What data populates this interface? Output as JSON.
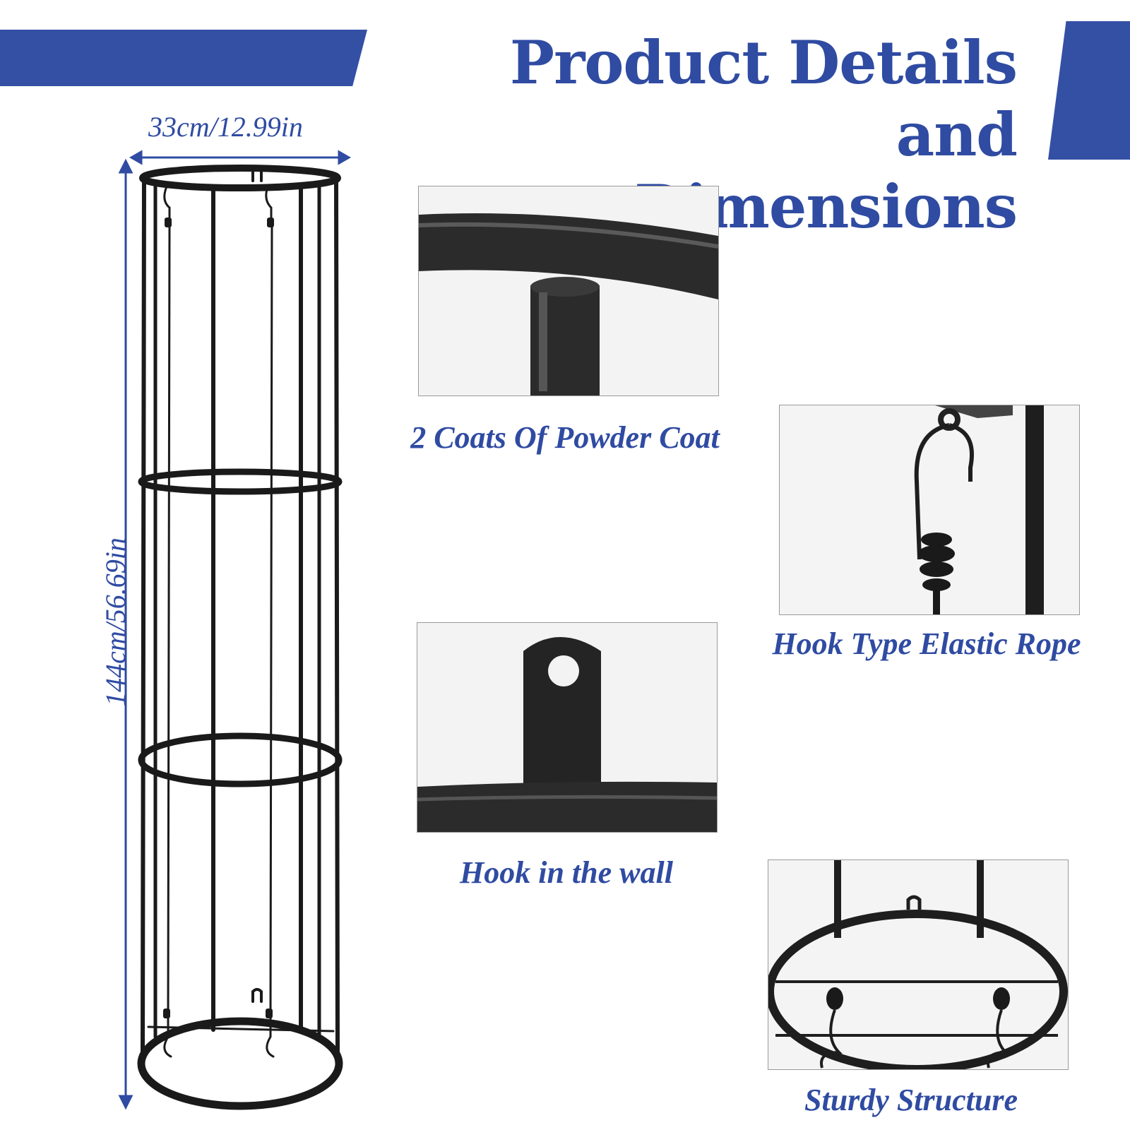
{
  "title": {
    "line1": "Product Details and",
    "line2": "Dimensions"
  },
  "dimensions": {
    "width": "33cm/12.99in",
    "height": "144cm/56.69in"
  },
  "details": [
    {
      "caption": "2 Coats Of Powder Coat"
    },
    {
      "caption": "Hook Type Elastic Rope"
    },
    {
      "caption": "Hook in the wall"
    },
    {
      "caption": "Sturdy Structure"
    }
  ],
  "colors": {
    "accent": "#3450a5",
    "text": "#2f4ba2",
    "frame": "#1a1a1a"
  }
}
